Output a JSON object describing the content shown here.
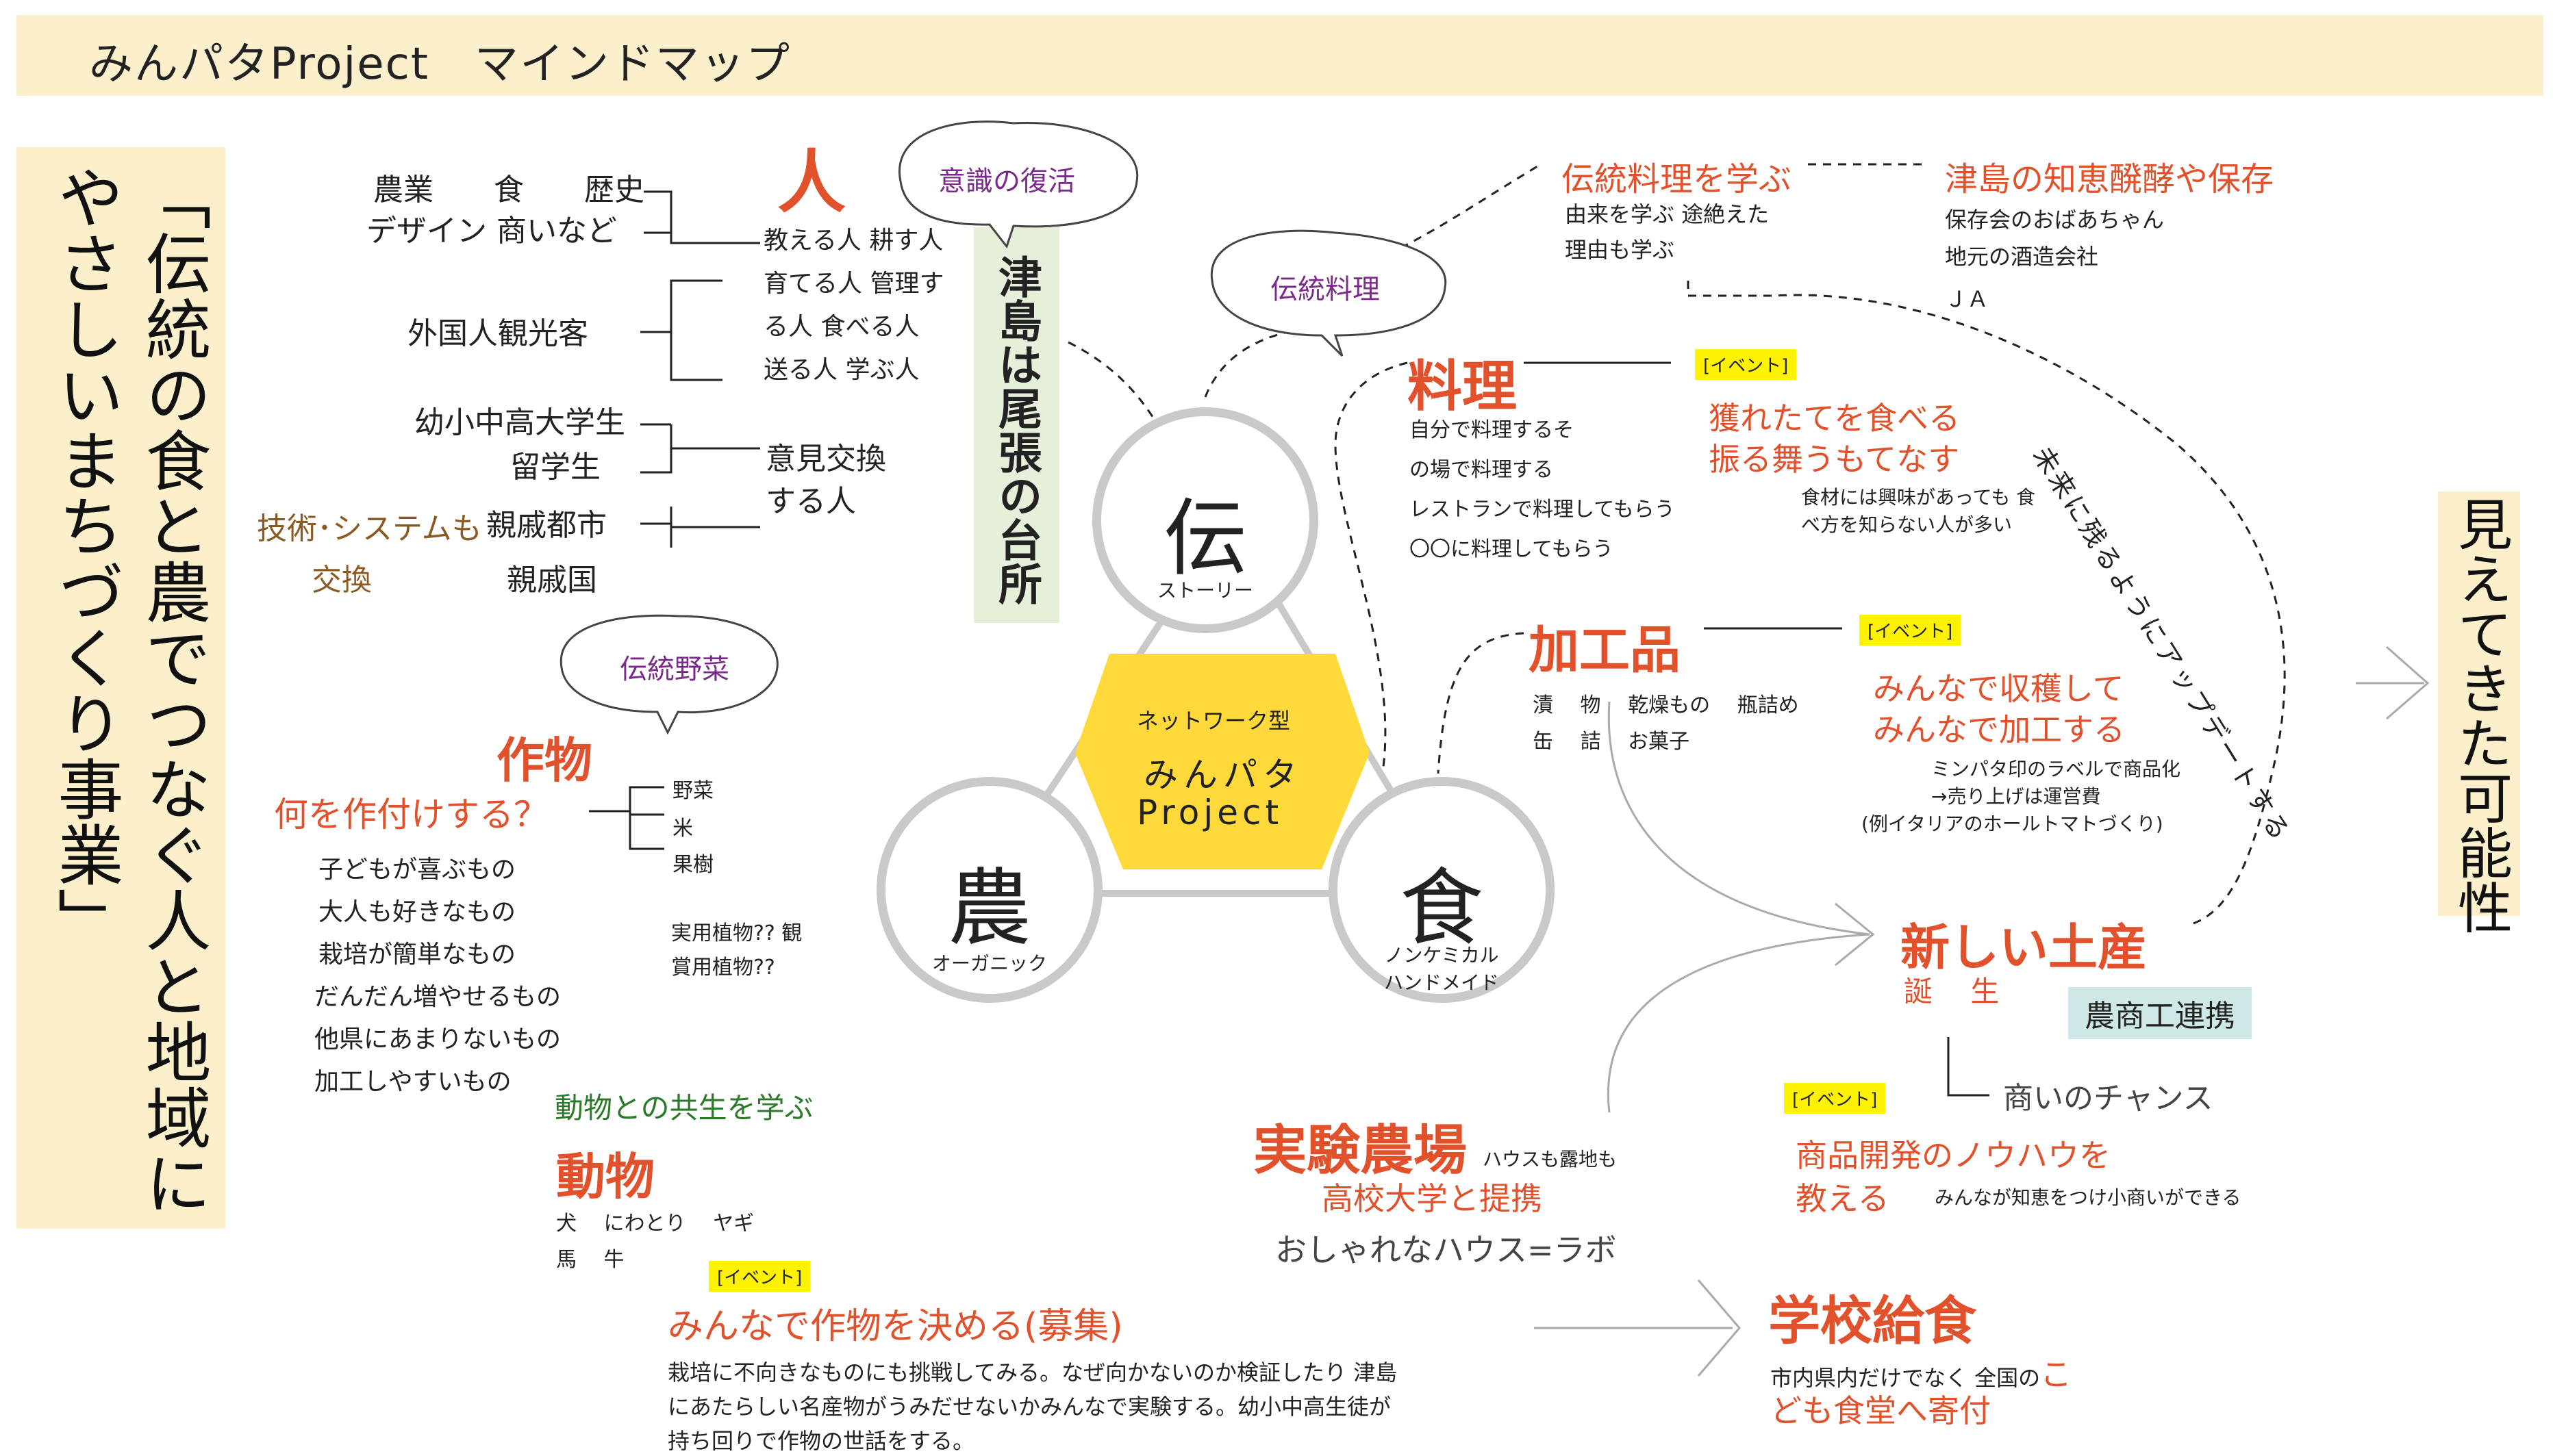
{
  "title": "みんパタProject　マインドマップ",
  "left_vertical_text": "「伝統の食と農でつなぐ人と地域にやさしいまちづくり事業」",
  "right_vertical_text": "見えてきた可能性",
  "green_vertical_text": "津島は尾張の台所",
  "center": {
    "top": "ネットワーク型",
    "main1": "みんパタ",
    "main2": "Project"
  },
  "circles": {
    "den": {
      "char": "伝",
      "sub": "ストーリー"
    },
    "nou": {
      "char": "農",
      "sub": "オーガニック"
    },
    "shoku": {
      "char": "食",
      "sub1": "ノンケミカル",
      "sub2": "ハンドメイド"
    }
  },
  "bubbles": {
    "ishiki": "意識の復活",
    "dentou_ryouri": "伝統料理",
    "dentou_yasai": "伝統野菜"
  },
  "hito": {
    "title": "人",
    "row1a": "農業　　食　　歴史",
    "row1b": "デザイン 商いなど",
    "row2": "外国人観光客",
    "row3a": "幼小中高大学生",
    "row3b": "留学生",
    "row4": "親戚都市",
    "row5": "親戚国",
    "tech1": "技術･システムも",
    "tech2": "交換",
    "right1": "教える人 耕す人",
    "right2": "育てる人 管理す",
    "right3": "る人 食べる人",
    "right4": "送る人 学ぶ人",
    "iken1": "意見交換",
    "iken2": "する人"
  },
  "sakumotsu": {
    "title": "作物",
    "question": "何を作付けする？",
    "list": [
      "子どもが喜ぶもの",
      "大人も好きなもの",
      "栽培が簡単なもの",
      "だんだん増やせるもの",
      "他県にあまりないもの",
      "加工しやすいもの"
    ],
    "kinds": [
      "野菜",
      "米",
      "果樹"
    ],
    "jitsuyo1": "実用植物?? 観",
    "jitsuyo2": "賞用植物??"
  },
  "doubutsu": {
    "lead": "動物との共生を学ぶ",
    "title": "動物",
    "line1": "犬　 にわとり　 ヤギ",
    "line2": "馬　 牛"
  },
  "event_label": "[イベント]",
  "kimeru": {
    "title": "みんなで作物を決める(募集)",
    "line1": "栽培に不向きなものにも挑戦してみる。なぜ向かないのか検証したり 津島",
    "line2": "にあたらしい名産物がうみだせないかみんなで実験する。幼小中高生徒が",
    "line3": "持ち回りで作物の世話をする。"
  },
  "jikken": {
    "title": "実験農場",
    "note": "ハウスも露地も",
    "teikei": "高校大学と提携",
    "labo": "おしゃれなハウス=ラボ"
  },
  "dentou_manabu": {
    "title": "伝統料理を学ぶ",
    "line1": "由来を学ぶ 途絶えた",
    "line2": "理由も学ぶ"
  },
  "tsushima_chie": {
    "title": "津島の知恵醗酵や保存",
    "line1": "保存会のおばあちゃん",
    "line2": "地元の酒造会社",
    "line3": "ＪＡ"
  },
  "ryouri": {
    "title": "料理",
    "list": [
      "自分で料理するそ",
      "の場で料理する",
      "レストランで料理してもらう",
      "〇〇に料理してもらう"
    ],
    "ev1": "獲れたてを食べる",
    "ev2": "振る舞うもてなす",
    "note1": "食材には興味があっても 食",
    "note2": "べ方を知らない人が多い"
  },
  "kakou": {
    "title": "加工品",
    "line1": "漬　 物　 乾燥もの　 瓶詰め",
    "line2": "缶　 詰　 お菓子",
    "ev1": "みんなで収穫して",
    "ev2": "みんなで加工する",
    "note1": "ミンパタ印のラベルで商品化",
    "note2": "→売り上げは運営費",
    "note3": "(例イタリアのホールトマトづくり)"
  },
  "mirai": "未来に残るようにアップデートする",
  "miyage": {
    "title": "新しい土産",
    "sub": "誕　 生",
    "badge": "農商工連携",
    "chance": "商いのチャンス"
  },
  "shouhin": {
    "line1": "商品開発のノウハウを",
    "line2": "教える",
    "note": "みんなが知恵をつけ小商いができる"
  },
  "kyushoku": {
    "title": "学校給食",
    "line1a": "市内県内だけでなく 全国の",
    "line1b": "こ",
    "line2": "ども食堂へ寄付"
  },
  "colors": {
    "accent": "#e0512c",
    "purple": "#7a2a8a",
    "cream": "#fcf0cc",
    "yellow": "#ffd93a",
    "gray": "#c9c9c9"
  }
}
